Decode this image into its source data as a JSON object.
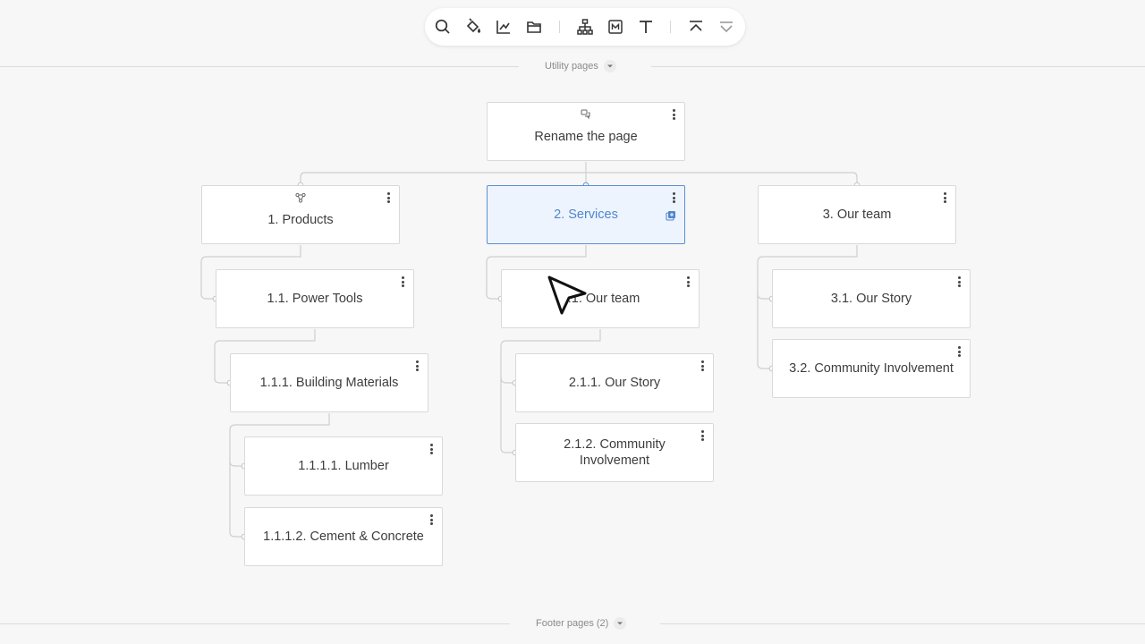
{
  "toolbar": {
    "buttons": [
      {
        "id": "search",
        "icon": "search-icon"
      },
      {
        "id": "fill",
        "icon": "paint-bucket-icon"
      },
      {
        "id": "chart",
        "icon": "line-chart-icon"
      },
      {
        "id": "folder",
        "icon": "folder-icon"
      },
      {
        "id": "sitemap",
        "icon": "sitemap-icon"
      },
      {
        "id": "markdown",
        "icon": "markdown-icon"
      },
      {
        "id": "text",
        "icon": "text-icon"
      },
      {
        "id": "collapse-up",
        "icon": "collapse-up-icon"
      },
      {
        "id": "expand-down",
        "icon": "expand-down-icon"
      }
    ]
  },
  "sections": {
    "utility_label": "Utility pages",
    "footer_label": "Footer pages (2)"
  },
  "tree": {
    "root": {
      "title": "Rename the page",
      "icon": "chat-bubbles-icon"
    },
    "products": {
      "title": "1. Products",
      "icon": "share-nodes-icon"
    },
    "services": {
      "title": "2. Services",
      "icon": "duplicate-icon",
      "selected": true
    },
    "team": {
      "title": "3. Our team"
    },
    "power_tools": {
      "title": "1.1. Power Tools"
    },
    "building_materials": {
      "title": "1.1.1. Building Materials"
    },
    "lumber": {
      "title": "1.1.1.1. Lumber"
    },
    "cement": {
      "title": "1.1.1.2. Cement & Concrete"
    },
    "services_team": {
      "title": "2.1. Our team"
    },
    "services_story": {
      "title": "2.1.1. Our Story"
    },
    "services_community": {
      "title": "2.1.2. Community Involvement"
    },
    "team_story": {
      "title": "3.1. Our Story"
    },
    "team_community": {
      "title": "3.2. Community Involvement"
    }
  },
  "colors": {
    "selected_accent": "#5b8fd6",
    "card_border": "#d9d9d9",
    "connector": "#cfcfcf",
    "background": "#f7f7f7"
  },
  "cursor": {
    "icon": "mouse-pointer-icon"
  }
}
